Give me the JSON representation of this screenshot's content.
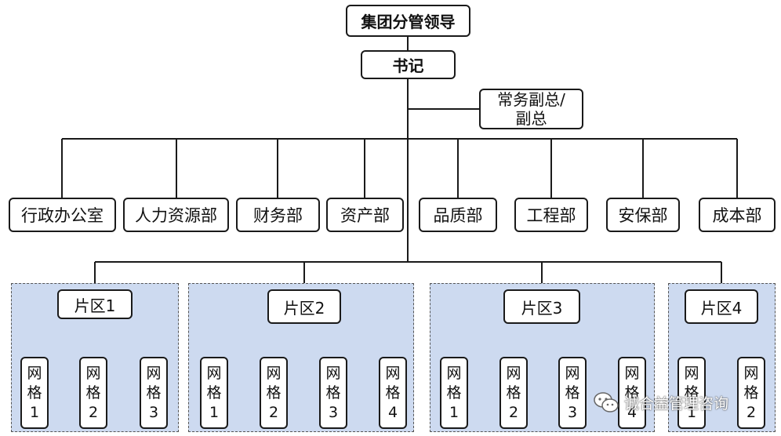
{
  "org": {
    "top": "集团分管领导",
    "secretary": "书记",
    "vice": {
      "line1": "常务副总/",
      "line2": "副总"
    },
    "departments": [
      "行政办公室",
      "人力资源部",
      "财务部",
      "资产部",
      "品质部",
      "工程部",
      "安保部",
      "成本部"
    ],
    "zones": [
      {
        "label": "片区1",
        "grids": [
          [
            "网",
            "格",
            "1"
          ],
          [
            "网",
            "格",
            "2"
          ],
          [
            "网",
            "格",
            "3"
          ]
        ]
      },
      {
        "label": "片区2",
        "grids": [
          [
            "网",
            "格",
            "1"
          ],
          [
            "网",
            "格",
            "2"
          ],
          [
            "网",
            "格",
            "3"
          ],
          [
            "网",
            "格",
            "4"
          ]
        ]
      },
      {
        "label": "片区3",
        "grids": [
          [
            "网",
            "格",
            "1"
          ],
          [
            "网",
            "格",
            "2"
          ],
          [
            "网",
            "格",
            "3"
          ],
          [
            "网",
            "格",
            "4"
          ]
        ]
      },
      {
        "label": "片区4",
        "grids": [
          [
            "网",
            "格",
            "1"
          ],
          [
            "网",
            "格",
            "2"
          ]
        ]
      }
    ]
  },
  "watermark": {
    "text": "诚合益管理咨询",
    "icon": "wechat-icon"
  },
  "colors": {
    "group_fill": "#cddaf0",
    "line": "#1a1a1a",
    "box_border": "#1a1a1a"
  }
}
